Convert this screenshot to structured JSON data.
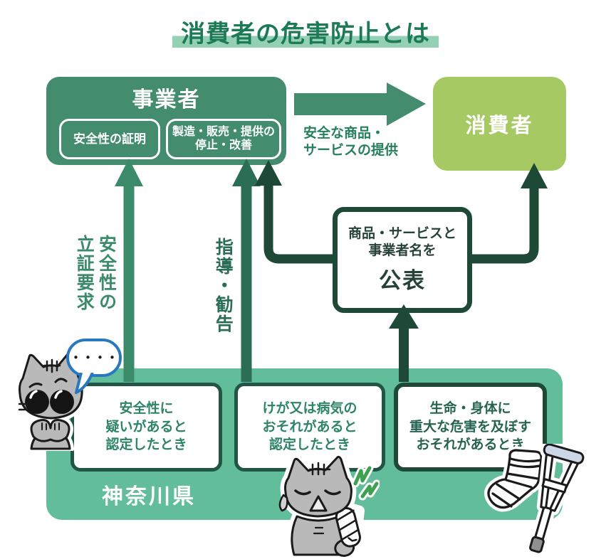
{
  "title": "消費者の危害防止とは",
  "operator": {
    "title": "事業者",
    "sub_boxes": [
      "安全性の証明",
      "製造・販売・提供の\n停止・改善"
    ]
  },
  "consumer": {
    "title": "消費者"
  },
  "supply_arrow": {
    "label": "安全な商品・\nサービスの提供"
  },
  "publish_box": {
    "line1": "商品・サービスと",
    "line2": "事業者名を",
    "emphasis": "公表"
  },
  "vertical_arrows": {
    "proof_demand_label": "安全性の\n立証要求",
    "guidance_label": "指導・勧告"
  },
  "prefecture": {
    "name": "神奈川県",
    "conditions": [
      "安全性に\n疑いがあると\n認定したとき",
      "けが又は病気の\nおそれがあると\n認定したとき",
      "生命・身体に\n重大な危害を及ぼす\nおそれがあるとき"
    ]
  },
  "speech_bubble": {
    "dots": "・・・・"
  },
  "colors": {
    "title_green": "#1c7a54",
    "title_highlight": "#93d0b4",
    "operator_green": "#438c6d",
    "consumer_yellow_green": "#a7c964",
    "prefecture_green": "#62bd9b",
    "dark_green": "#1e4936",
    "proof_arrow_green": "#3b8a6a",
    "guidance_arrow_green": "#2c6e55",
    "condition_text_green": "#2e8565",
    "bubble_blue": "#2878c0",
    "pain_mark_green": "#3da14f",
    "cat_gray": "#b9b9b9"
  }
}
